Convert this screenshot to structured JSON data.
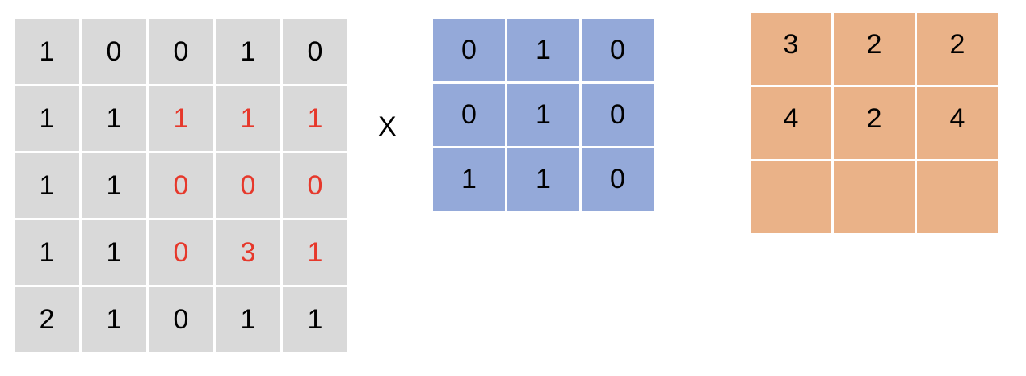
{
  "operator": "X",
  "colors": {
    "input_bg": "#d9d9d9",
    "kernel_bg": "#94a9d9",
    "output_bg": "#eab288",
    "highlight": "#e6382b"
  },
  "input_matrix": [
    [
      {
        "v": "1",
        "hl": false
      },
      {
        "v": "0",
        "hl": false
      },
      {
        "v": "0",
        "hl": false
      },
      {
        "v": "1",
        "hl": false
      },
      {
        "v": "0",
        "hl": false
      }
    ],
    [
      {
        "v": "1",
        "hl": false
      },
      {
        "v": "1",
        "hl": false
      },
      {
        "v": "1",
        "hl": true
      },
      {
        "v": "1",
        "hl": true
      },
      {
        "v": "1",
        "hl": true
      }
    ],
    [
      {
        "v": "1",
        "hl": false
      },
      {
        "v": "1",
        "hl": false
      },
      {
        "v": "0",
        "hl": true
      },
      {
        "v": "0",
        "hl": true
      },
      {
        "v": "0",
        "hl": true
      }
    ],
    [
      {
        "v": "1",
        "hl": false
      },
      {
        "v": "1",
        "hl": false
      },
      {
        "v": "0",
        "hl": true
      },
      {
        "v": "3",
        "hl": true
      },
      {
        "v": "1",
        "hl": true
      }
    ],
    [
      {
        "v": "2",
        "hl": false
      },
      {
        "v": "1",
        "hl": false
      },
      {
        "v": "0",
        "hl": false
      },
      {
        "v": "1",
        "hl": false
      },
      {
        "v": "1",
        "hl": false
      }
    ]
  ],
  "kernel_matrix": [
    [
      "0",
      "1",
      "0"
    ],
    [
      "0",
      "1",
      "0"
    ],
    [
      "1",
      "1",
      "0"
    ]
  ],
  "output_matrix": [
    [
      "3",
      "2",
      "2"
    ],
    [
      "4",
      "2",
      "4"
    ],
    [
      "",
      "",
      ""
    ]
  ]
}
